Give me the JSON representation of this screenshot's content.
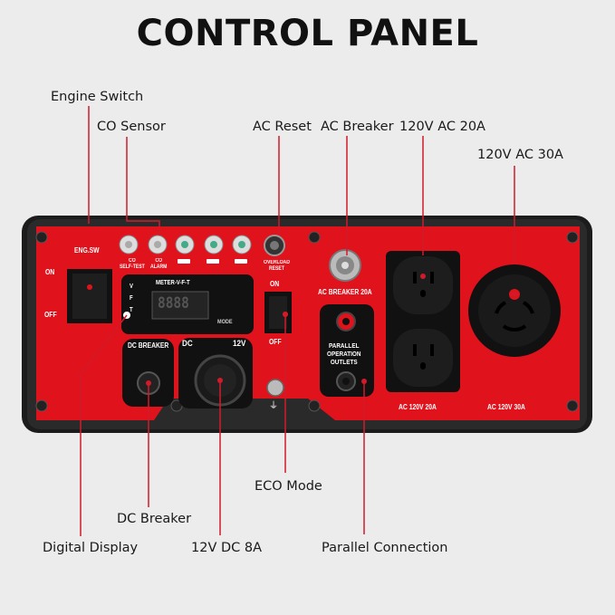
{
  "title": "CONTROL PANEL",
  "callouts": {
    "engine_switch": "Engine Switch",
    "co_sensor": "CO Sensor",
    "ac_reset": "AC Reset",
    "ac_breaker": "AC Breaker",
    "ac_20a": "120V AC 20A",
    "ac_30a": "120V AC 30A",
    "eco_mode": "ECO Mode",
    "dc_breaker": "DC Breaker",
    "digital_display": "Digital Display",
    "dc_12v": "12V DC 8A",
    "parallel": "Parallel Connection"
  },
  "panel": {
    "eng_sw": "ENG.SW",
    "on": "ON",
    "off": "OFF",
    "co_self_test": "CO\nSELF-TEST",
    "co_alarm": "CO\nALARM",
    "overload_reset": "OVERLOAD\nRESET",
    "meter": "METER-V-F-T",
    "display_digits": "8888",
    "mode": "MODE",
    "vft_v": "V",
    "vft_f": "F",
    "vft_t": "T",
    "eco_on": "ON",
    "eco_off": "OFF",
    "ac_breaker_20a": "AC BREAKER 20A",
    "dc_breaker": "DC BREAKER",
    "dc": "DC",
    "v12": "12V",
    "parallel_outlets": "PARALLEL\nOPERATION\nOUTLETS",
    "ac_120v_20a": "AC 120V 20A",
    "ac_120v_30a": "AC 120V 30A"
  },
  "colors": {
    "panel_red": "#e0121c",
    "frame": "#1c1c1c",
    "leader_red": "#d11a2a"
  }
}
